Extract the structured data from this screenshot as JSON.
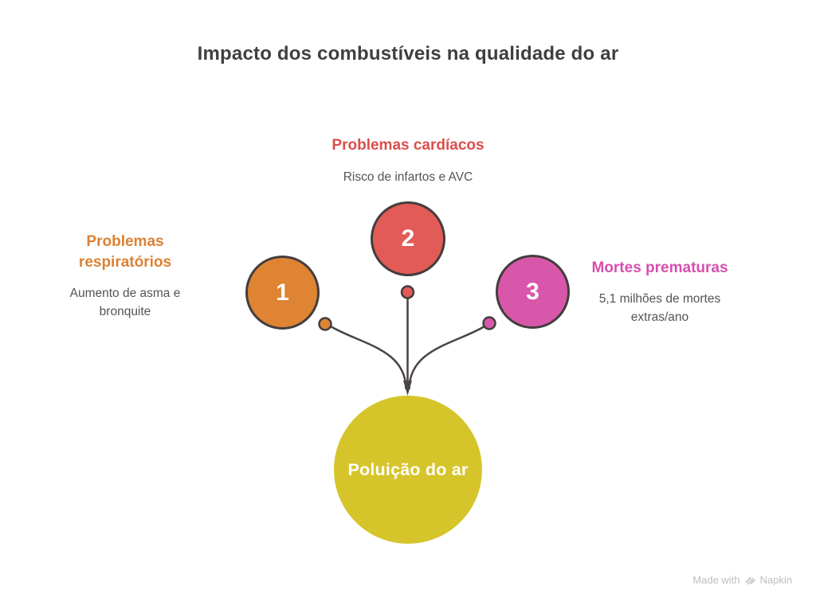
{
  "title": "Impacto dos combustíveis na qualidade do ar",
  "center": {
    "label": "Poluição do ar",
    "color": "#d5c52b"
  },
  "branches": [
    {
      "number": "1",
      "title": "Problemas respiratórios",
      "description": "Aumento de asma e bronquite",
      "color": "#df8432"
    },
    {
      "number": "2",
      "title": "Problemas cardíacos",
      "description": "Risco de infartos e AVC",
      "color": "#e25b56"
    },
    {
      "number": "3",
      "title": "Mortes prematuras",
      "description": "5,1 milhões de mortes extras/ano",
      "color": "#d857ab"
    }
  ],
  "connector_color": "#4a4444",
  "title_color": "#3f3f3f",
  "description_color": "#545454",
  "footer": {
    "made_with": "Made with",
    "brand": "Napkin"
  }
}
